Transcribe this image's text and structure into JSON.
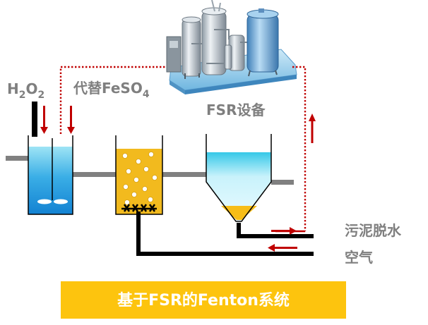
{
  "labels": {
    "h2o2_h": "H",
    "h2o2_sub1": "2",
    "h2o2_o": "O",
    "h2o2_sub2": "2",
    "replace_prefix": "代替FeSO",
    "replace_sub": "4",
    "fsr_equipment": "FSR设备",
    "sludge_dewatering": "污泥脱水",
    "air": "空气"
  },
  "banner": {
    "title": "基于FSR的Fenton系统"
  },
  "colors": {
    "water_blue": "#1e9fe0",
    "water_light": "#a8e6f6",
    "iron_yellow": "#f2ba1e",
    "banner_yellow": "#fdc40e",
    "pipe_gray": "#808080",
    "pipe_black": "#000000",
    "arrow_red": "#c00000",
    "text_gray": "#7f7f7f"
  }
}
